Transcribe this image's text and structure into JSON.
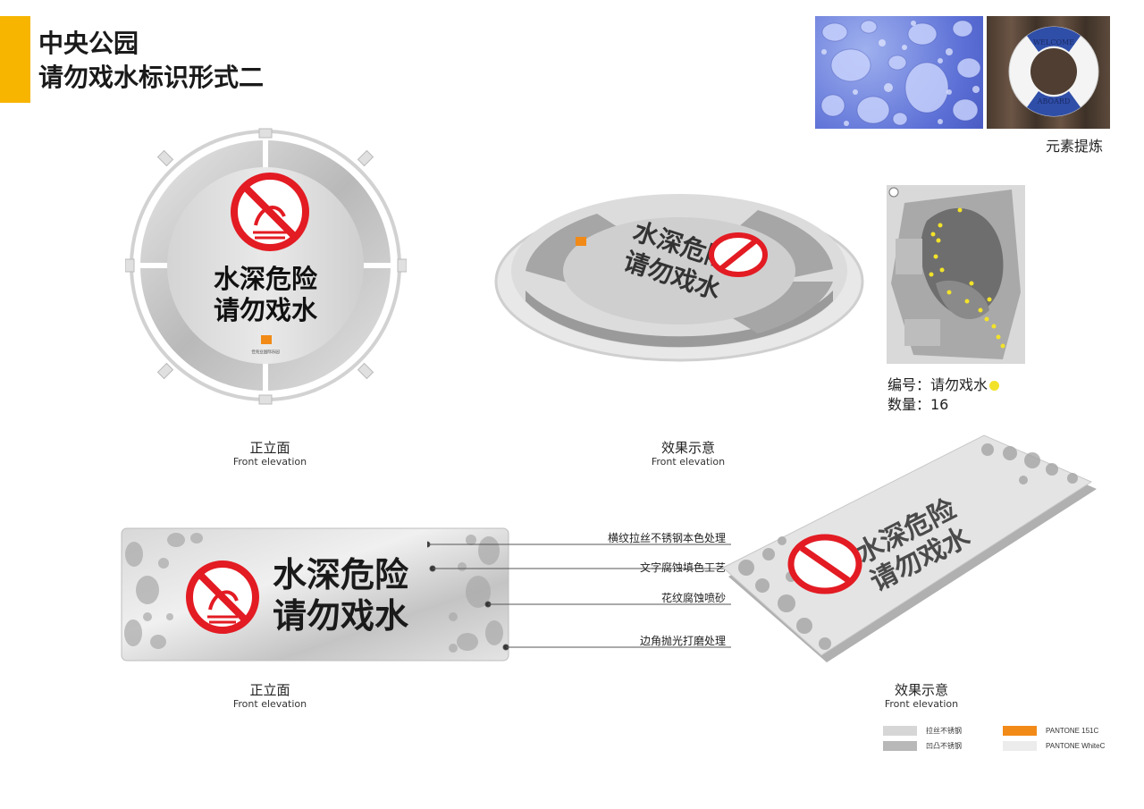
{
  "header": {
    "line1": "中央公园",
    "line2": "请勿戏水标识形式二"
  },
  "elements": {
    "caption": "元素提炼",
    "buoy_top_text": "WELCOME",
    "buoy_bottom_text": "ABOARD"
  },
  "sign": {
    "line1": "水深危险",
    "line2": "请勿戏水",
    "logo_text": "佳兆业国际乐园"
  },
  "captions": {
    "front_cn": "正立面",
    "front_en": "Front elevation",
    "effect_cn": "效果示意",
    "effect_en": "Front elevation"
  },
  "map_info": {
    "code_label": "编号：请勿戏水",
    "count_label": "数量：16"
  },
  "callouts": [
    "横纹拉丝不锈钢本色处理",
    "文字腐蚀填色工艺",
    "花纹腐蚀喷砂",
    "边角抛光打磨处理"
  ],
  "legend": [
    {
      "label": "拉丝不锈钢",
      "color": "#d6d6d6"
    },
    {
      "label": "PANTONE 151C",
      "color": "#f28a17"
    },
    {
      "label": "凹凸不锈钢",
      "color": "#b8b8b8"
    },
    {
      "label": "PANTONE WhiteC",
      "color": "#ececec"
    }
  ],
  "colors": {
    "accent": "#f7b500",
    "prohibit_red": "#e31b23",
    "steel": "#c9c9c9",
    "marker_yellow": "#f2e22a"
  }
}
